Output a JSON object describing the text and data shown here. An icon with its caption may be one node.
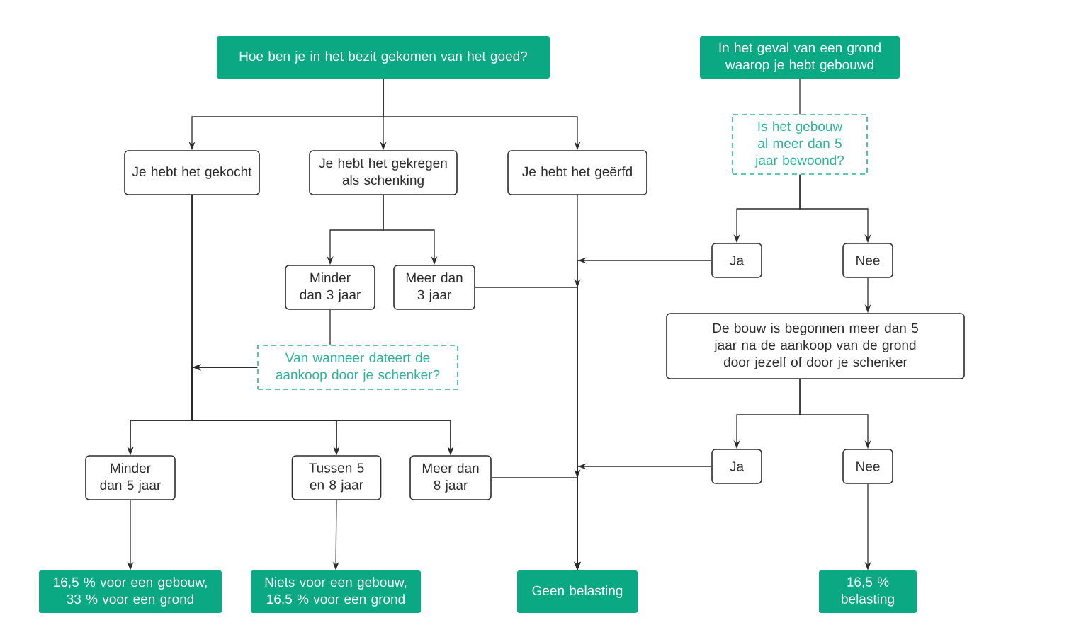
{
  "diagram": {
    "nodes": [
      {
        "text": [
          "Hoe ben je in het bezit gekomen van het goed?"
        ]
      },
      {
        "text": [
          "Je hebt het gekocht"
        ]
      },
      {
        "text": [
          "Je hebt het gekregen als schenking"
        ]
      },
      {
        "text": [
          "Je hebt het geërfd"
        ]
      },
      {
        "text": [
          "Minder dan 3 jaar"
        ]
      },
      {
        "text": [
          "Meer dan 3 jaar"
        ]
      },
      {
        "text": [
          "Van wanneer dateert de aankoop door je schenker?"
        ]
      },
      {
        "text": [
          "Minder dan 5 jaar"
        ]
      },
      {
        "text": [
          "Tussen 5 en 8 jaar"
        ]
      },
      {
        "text": [
          "Meer dan 8 jaar"
        ]
      },
      {
        "text": [
          "16,5 % voor een gebouw, 33 % voor een grond"
        ]
      },
      {
        "text": [
          "Niets voor een gebouw, 16,5 % voor een grond"
        ]
      },
      {
        "text": [
          "Geen belasting"
        ]
      },
      {
        "text": [
          "In het geval van een grond waarop je hebt gebouwd"
        ]
      },
      {
        "text": [
          "Is het gebouw al meer dan 5 jaar bewoond?"
        ]
      },
      {
        "text": [
          "Ja"
        ]
      },
      {
        "text": [
          "Nee"
        ]
      },
      {
        "text": [
          "De bouw is begonnen meer dan 5 jaar na de aankoop van de grond door jezelf of door je schenker"
        ]
      },
      {
        "text": [
          "Ja"
        ]
      },
      {
        "text": [
          "Nee"
        ]
      },
      {
        "text": [
          "16,5 % belasting"
        ]
      }
    ],
    "edges": [
      {
        "from": 0,
        "to": 1,
        "arrow": "to"
      },
      {
        "from": 0,
        "to": 2,
        "arrow": "to"
      },
      {
        "from": 0,
        "to": 3,
        "arrow": "to"
      },
      {
        "from": 2,
        "to": 4,
        "arrow": "to"
      },
      {
        "from": 2,
        "to": 5,
        "arrow": "to"
      },
      {
        "from": 4,
        "to": 6,
        "arrow": "none"
      },
      {
        "from": 1,
        "to": 7,
        "arrow": "to"
      },
      {
        "from": 1,
        "to": 8,
        "arrow": "to"
      },
      {
        "from": 1,
        "to": 9,
        "arrow": "to"
      },
      {
        "from": 6,
        "to": 7,
        "arrow": "to"
      },
      {
        "from": 6,
        "to": 8,
        "arrow": "to"
      },
      {
        "from": 6,
        "to": 9,
        "arrow": "to"
      },
      {
        "from": 7,
        "to": 10,
        "arrow": "to"
      },
      {
        "from": 8,
        "to": 11,
        "arrow": "to"
      },
      {
        "from": 3,
        "to": 12,
        "arrow": "to"
      },
      {
        "from": 5,
        "to": 12,
        "arrow": "to"
      },
      {
        "from": 9,
        "to": 12,
        "arrow": "to"
      },
      {
        "from": 15,
        "to": 12,
        "arrow": "to"
      },
      {
        "from": 18,
        "to": 12,
        "arrow": "to"
      },
      {
        "from": 13,
        "to": 14,
        "arrow": "none"
      },
      {
        "from": 14,
        "to": 15,
        "arrow": "to"
      },
      {
        "from": 14,
        "to": 16,
        "arrow": "to"
      },
      {
        "from": 16,
        "to": 17,
        "arrow": "to"
      },
      {
        "from": 17,
        "to": 18,
        "arrow": "to"
      },
      {
        "from": 17,
        "to": 19,
        "arrow": "to"
      },
      {
        "from": 19,
        "to": 20,
        "arrow": "to"
      }
    ]
  }
}
